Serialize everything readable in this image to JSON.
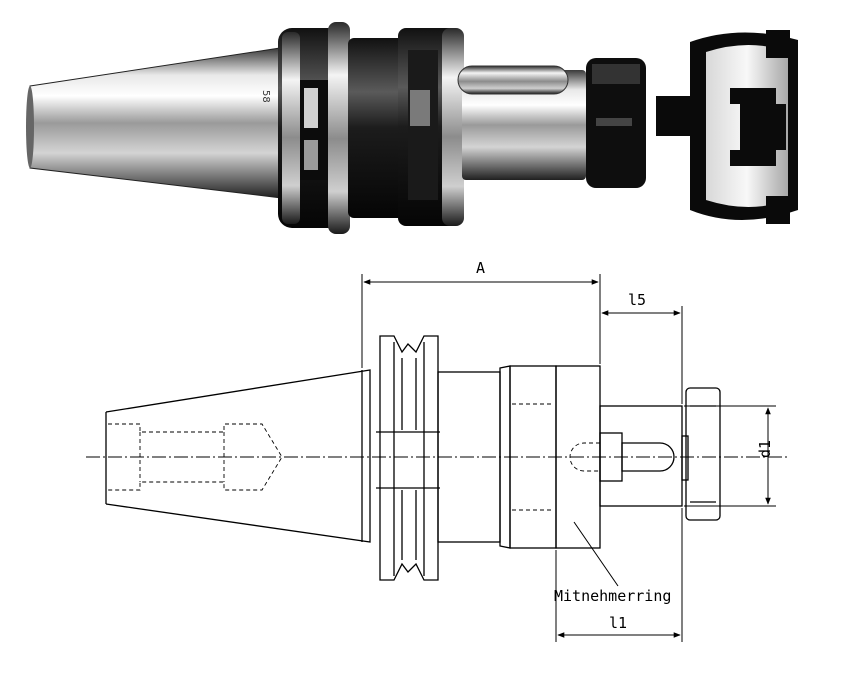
{
  "photo": {
    "marking": "58"
  },
  "drawing": {
    "labels": {
      "a": "A",
      "l5": "l5",
      "d1": "d1",
      "l1": "l1",
      "ring": "Mitnehmerring"
    }
  }
}
